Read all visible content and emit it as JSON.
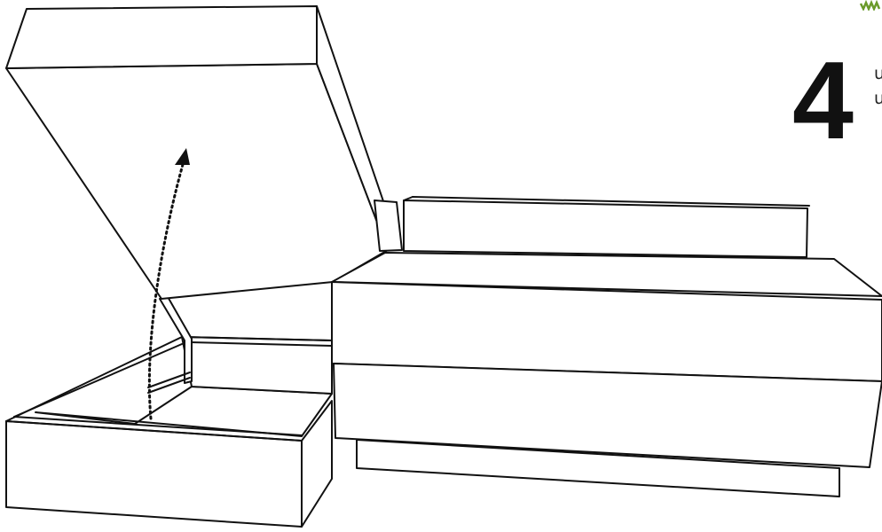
{
  "step": {
    "number": "4"
  },
  "cut_off_text": {
    "line1": "u",
    "line2": "u"
  },
  "colors": {
    "line": "#111111",
    "background": "#ffffff",
    "corner_mark": "#6a9a2a"
  },
  "icons": {
    "corner_mark": "logo-fragment-icon",
    "arrow": "dotted-lift-arrow-icon"
  }
}
